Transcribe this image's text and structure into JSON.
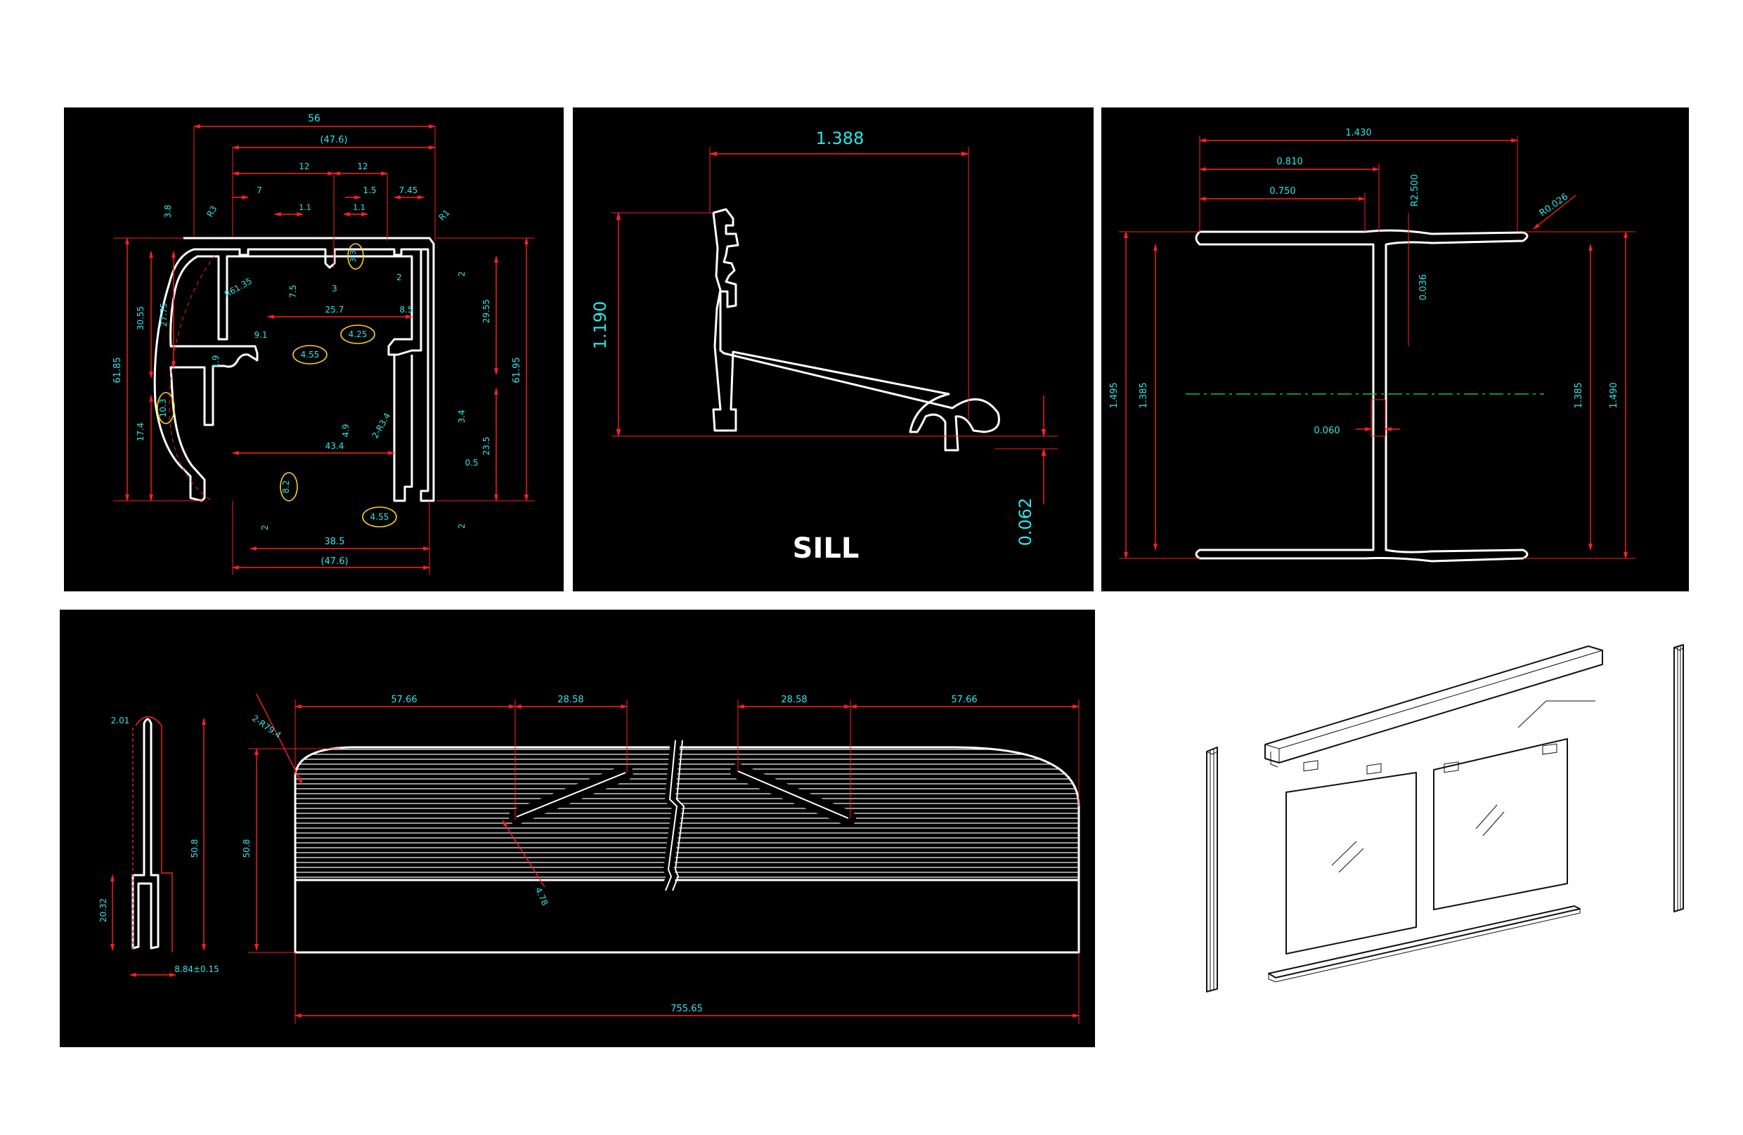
{
  "panels": {
    "profile_a": {
      "overall_width": "56",
      "inner_width_top": "(47.6)",
      "inner_width_bottom": "(47.6)",
      "bottom_width": "38.5",
      "width_43_4": "43.4",
      "width_25_7": "25.7",
      "top_12_left": "12",
      "top_12_right": "12",
      "top_7": "7",
      "top_1_5": "1.5",
      "top_7_45": "7.45",
      "top_1_1_left": "1.1",
      "top_1_1_right": "1.1",
      "height_left": "61.85",
      "height_right": "61.95",
      "height_30_55": "30.55",
      "height_27_75": "27.75",
      "height_17_4": "17.4",
      "height_29_55": "29.55",
      "height_23_5": "23.5",
      "r61": "R61.35",
      "r3": "R3",
      "r1": "R1",
      "v3_8": "3.8",
      "v7_5": "7.5",
      "v3": "3",
      "v2_a": "2",
      "v2_b": "2",
      "v2_c": "2",
      "v2_d": "2",
      "v8_5": "8.5",
      "v9_1": "9.1",
      "v1_9": "1.9",
      "v4_9": "4.9",
      "v3_4": "3.4",
      "v0_5": "0.5",
      "r2_4": "2-R3.4",
      "circled_4_25": "4.25",
      "circled_4_55_a": "4.55",
      "circled_4_55_b": "4.55",
      "circled_10_3": "10.3",
      "circled_8_2": "8.2",
      "circled_3_3": "3.3"
    },
    "sill": {
      "width": "1.388",
      "height": "1.190",
      "thickness": "0.062",
      "label": "SILL"
    },
    "h_profile": {
      "overall_width": "1.430",
      "width_0_810": "0.810",
      "width_0_750": "0.750",
      "radius_2_500": "R2.500",
      "radius_0_026": "R0.026",
      "thickness_0_036": "0.036",
      "web_0_060": "0.060",
      "height_1_495": "1.495",
      "height_1_385_left": "1.385",
      "height_1_385_right": "1.385",
      "height_1_490": "1.490"
    },
    "rail": {
      "section_width": "2.01",
      "section_height": "50.8",
      "section_slot": "20.32",
      "section_base": "8.84±0.15",
      "seg_57_66_left": "57.66",
      "seg_28_58_left": "28.58",
      "seg_28_58_right": "28.58",
      "seg_57_66_right": "57.66",
      "radius": "2-R79.4",
      "height": "50.8",
      "slot_width": "4.78",
      "overall_length": "755.65"
    }
  }
}
